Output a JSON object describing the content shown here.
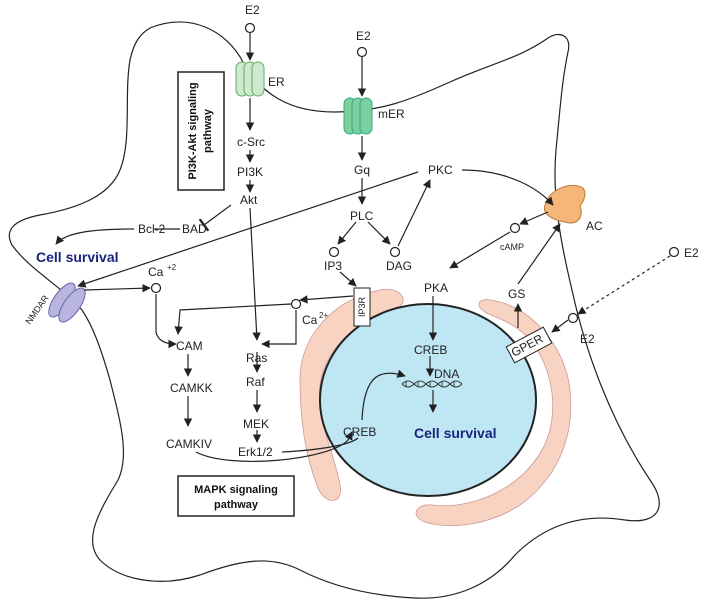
{
  "labels": {
    "e2_top": "E2",
    "e2_mer": "E2",
    "e2_right": "E2",
    "e2_gper": "E2",
    "er": "ER",
    "mer": "mER",
    "c_src": "c-Src",
    "pi3k": "PI3K",
    "akt": "Akt",
    "gq": "Gq",
    "pkc": "PKC",
    "plc": "PLC",
    "ip3": "IP3",
    "dag": "DAG",
    "ip3r": "IP3R",
    "bcl2": "Bcl-2",
    "bad": "BAD",
    "cell_survival_left": "Cell survival",
    "cell_survival_nucleus": "Cell survival",
    "ca2_left": "Ca",
    "ca2_left_sup": "+2",
    "ca2_mid": "Ca",
    "ca2_mid_sup": "2+",
    "nmdar": "NMDAR",
    "cam": "CAM",
    "camkk": "CAMKK",
    "camkiv": "CAMKIV",
    "ras": "Ras",
    "raf": "Raf",
    "mek": "MEK",
    "erk": "Erk1/2",
    "creb_nuc": "CREB",
    "creb_low": "CREB",
    "dna": "DNA",
    "pka": "PKA",
    "camp": "cAMP",
    "ac": "AC",
    "gs": "GS",
    "gper": "GPER"
  },
  "boxes": {
    "pi3k_akt_line1": "PI3K-Akt signaling",
    "pi3k_akt_line2": "pathway",
    "mapk_line1": "MAPK signaling",
    "mapk_line2": "pathway"
  },
  "colors": {
    "receptor_er": "#cfe9cf",
    "receptor_mer": "#7ccf9e",
    "nucleus": "#bfe6f3",
    "er_membrane": "#f8d3c1",
    "ac": "#f4b777",
    "nmdar": "#b9b5e0",
    "title_blue": "#1a237e"
  }
}
